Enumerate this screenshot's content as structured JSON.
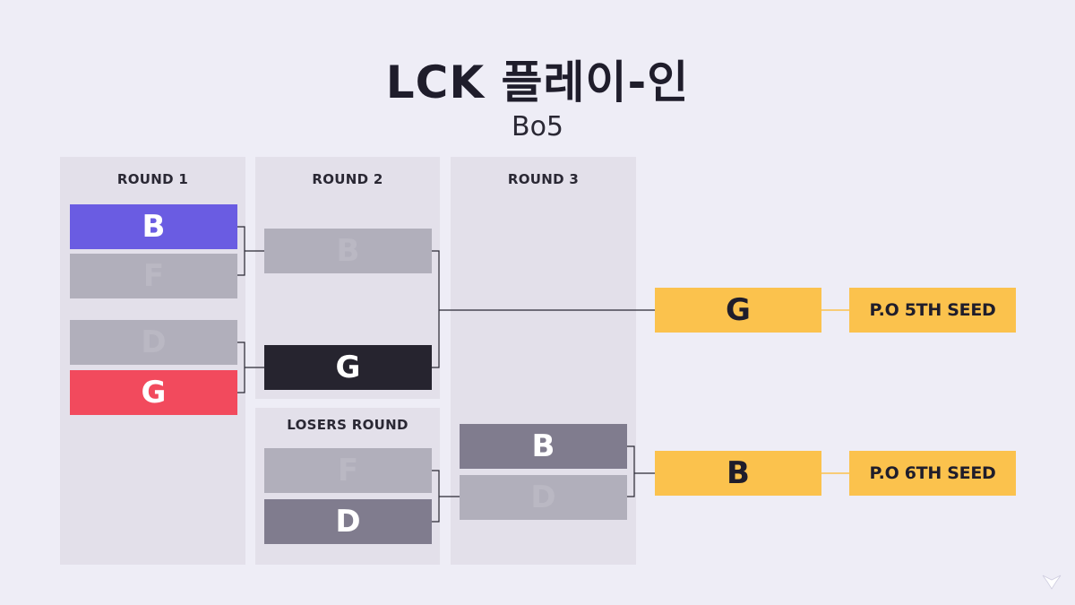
{
  "title": "LCK 플레이-인",
  "subtitle": "Bo5",
  "columns": {
    "round1": "ROUND 1",
    "round2": "ROUND 2",
    "round3": "ROUND 3",
    "losers": "LOSERS ROUND"
  },
  "round1": {
    "match1": [
      "B",
      "F"
    ],
    "match2": [
      "D",
      "G"
    ]
  },
  "round2": {
    "match": [
      "B",
      "G"
    ]
  },
  "losers": {
    "match": [
      "F",
      "D"
    ]
  },
  "round3": {
    "match": [
      "B",
      "D"
    ]
  },
  "results": {
    "seed5_team": "G",
    "seed5_label": "P.O 5TH SEED",
    "seed6_team": "B",
    "seed6_label": "P.O 6TH SEED"
  },
  "colors": {
    "winner_round1_top": "#6a5ce2",
    "winner_round1_bottom": "#f24a5d",
    "winner_round2": "#26242f",
    "winner_other": "#807c8e",
    "eliminated": "#b1afbb",
    "seed": "#fbc24d"
  }
}
